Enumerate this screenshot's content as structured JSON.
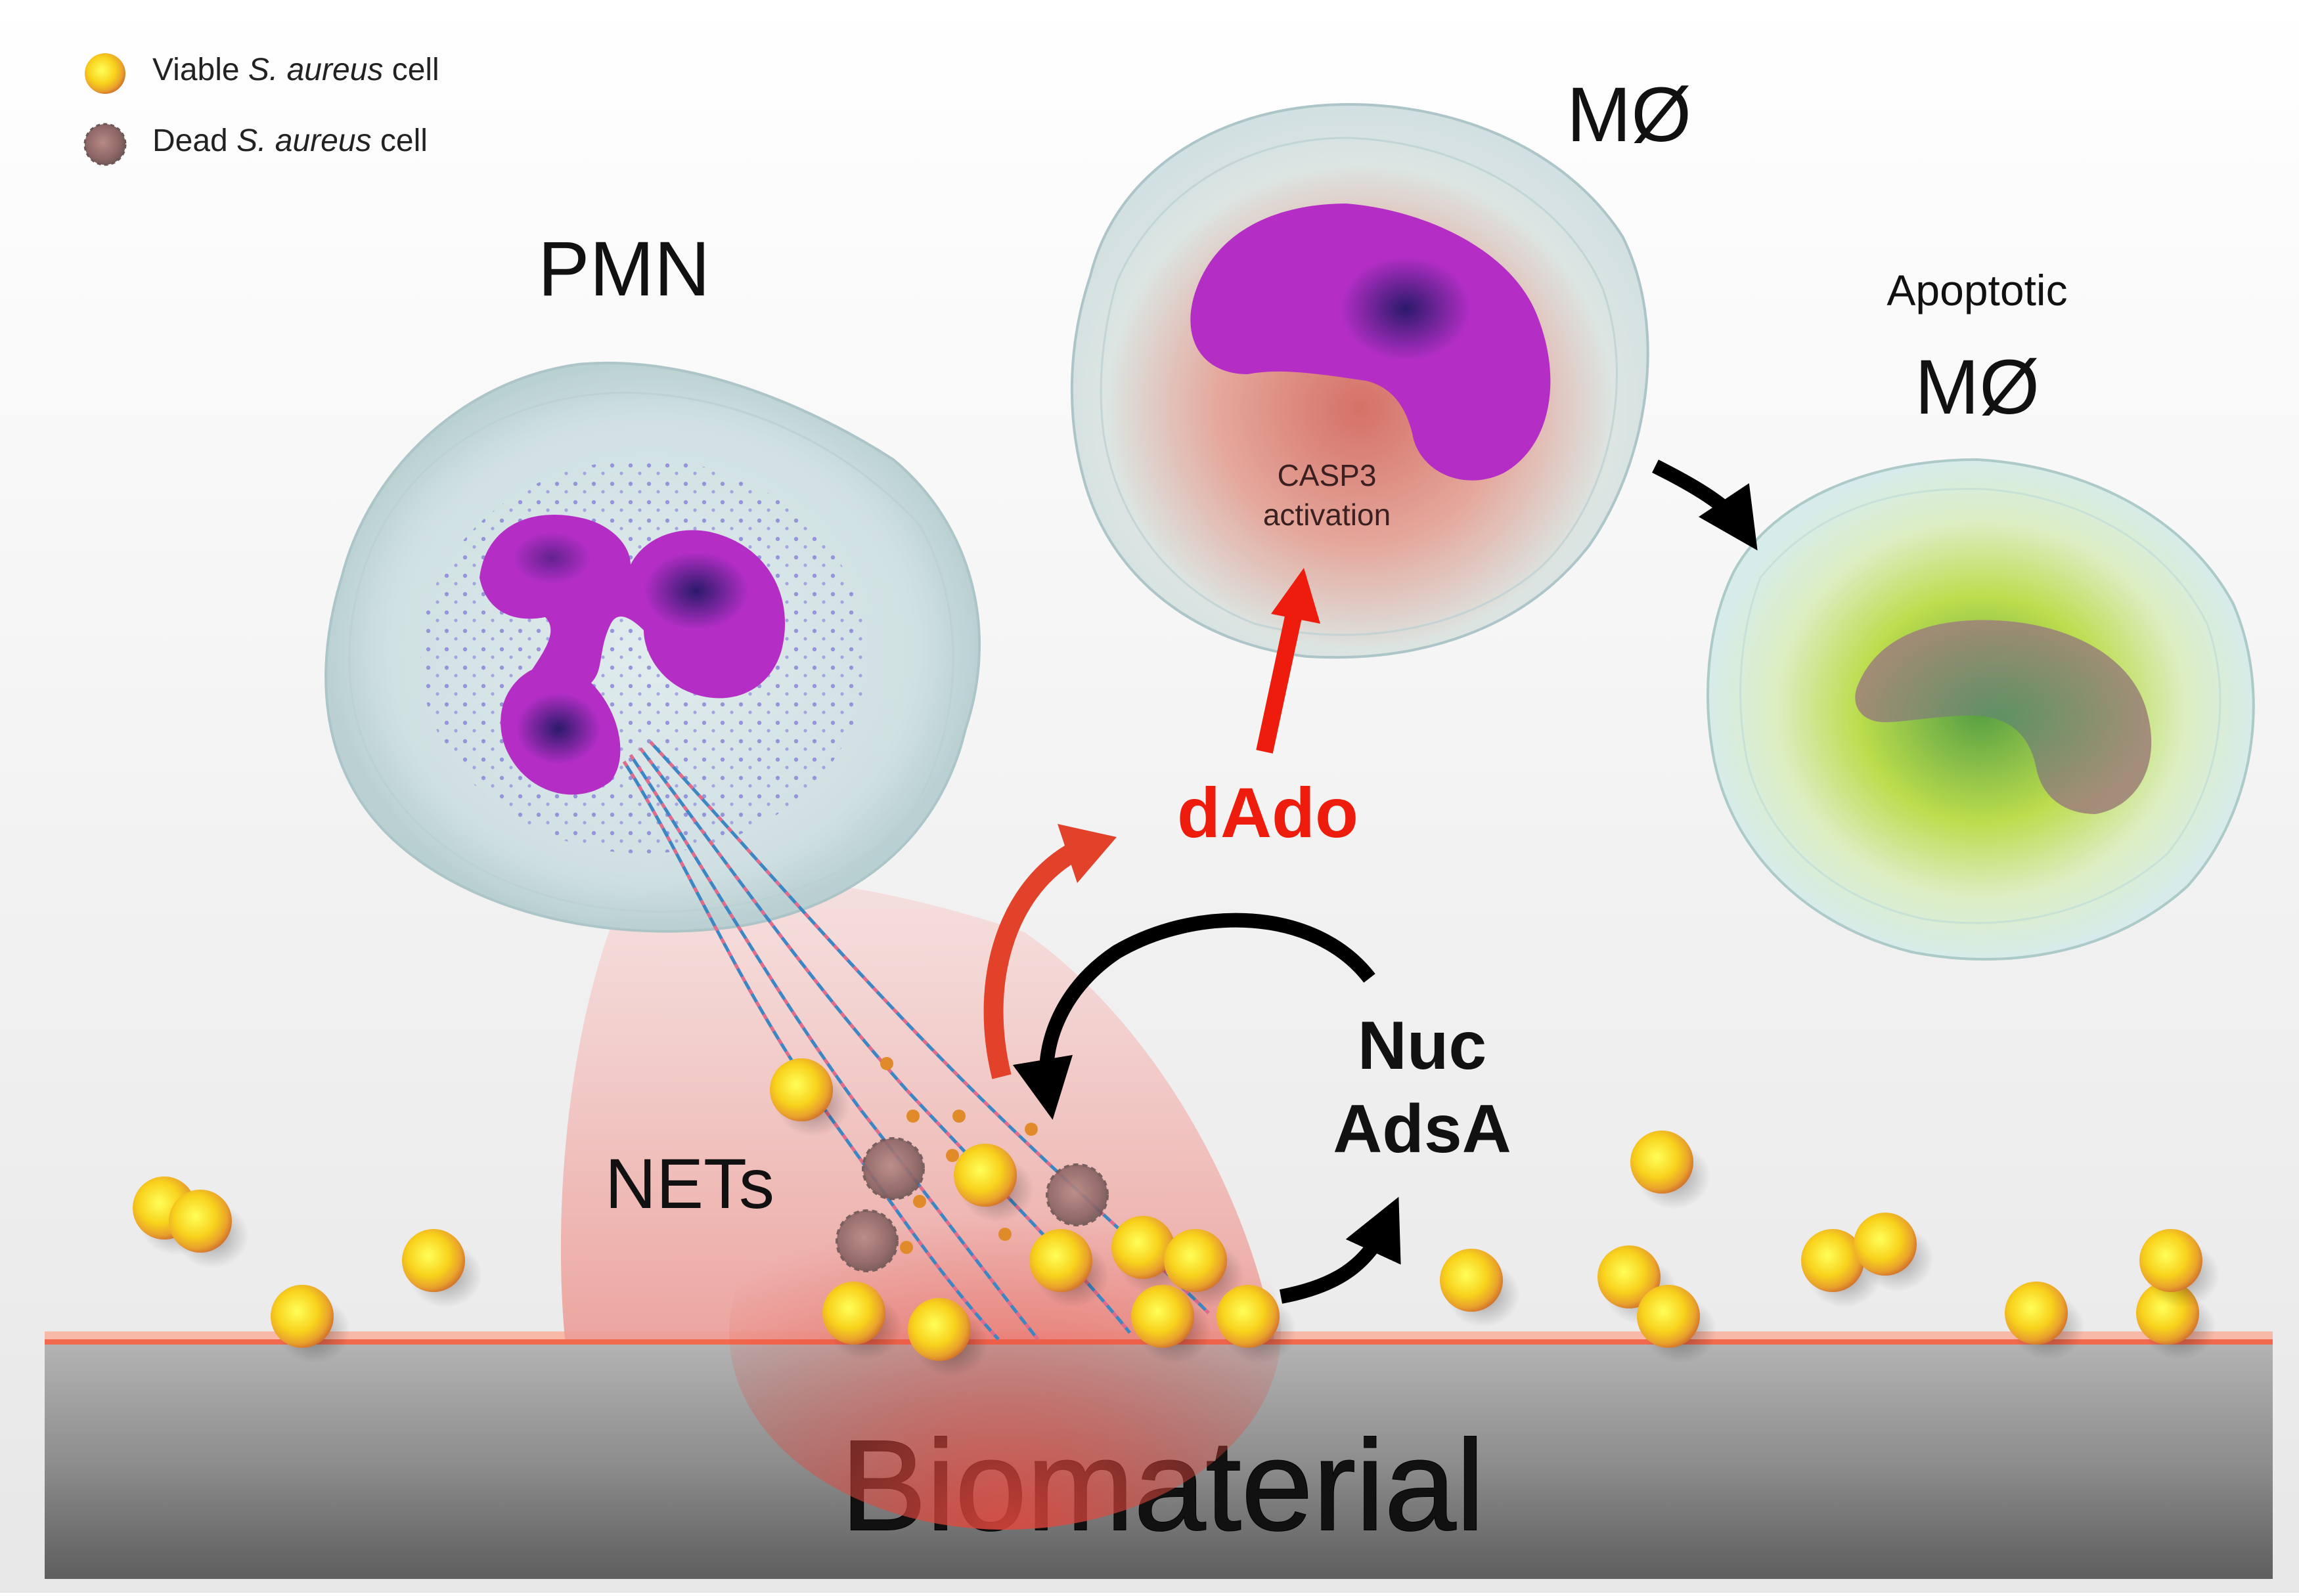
{
  "legend": {
    "viable_prefix": "Viable ",
    "viable_species": "S. aureus",
    "viable_suffix": " cell",
    "dead_prefix": "Dead ",
    "dead_species": "S. aureus",
    "dead_suffix": " cell"
  },
  "labels": {
    "pmn": "PMN",
    "macrophage": "MØ",
    "apoptotic_line1": "Apoptotic",
    "apoptotic_line2": "MØ",
    "casp3_line1": "CASP3",
    "casp3_line2": "activation",
    "dado": "dAdo",
    "nuc": "Nuc",
    "adsa": "AdsA",
    "nets": "NETs",
    "biomaterial": "Biomaterial"
  },
  "colors": {
    "dado_red": "#ee1c0c",
    "nucleus_purple": "#b42ec6",
    "viable_cell_yellow": "#f7d21e",
    "dead_cell_gray": "#8c6a6a",
    "biomaterial_gray": "#9a9a9a",
    "surface_line": "#f26a4e"
  }
}
